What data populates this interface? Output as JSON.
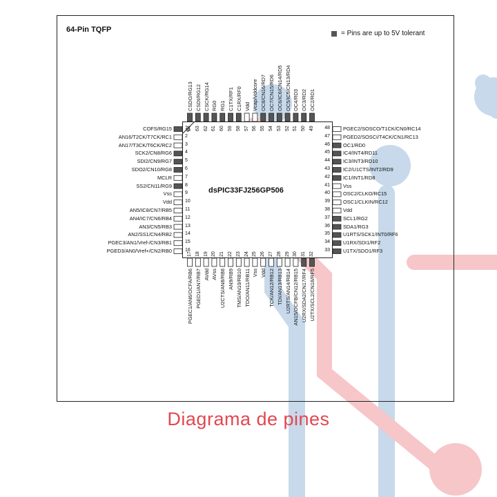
{
  "package_title": "64-Pin TQFP",
  "legend_text": "= Pins are up to 5V tolerant",
  "chip_name": "dsPIC33FJ256GP506",
  "caption": "Diagrama de pines",
  "colors": {
    "accent": "#e2474f",
    "bg_blue": "#c7d9ea",
    "bg_red": "#f6c6c8"
  },
  "left_pins": [
    {
      "num": "1",
      "label": "COFS/RG15",
      "tol": true
    },
    {
      "num": "2",
      "label": "AN16/T2CK/T7CK/RC1",
      "tol": false
    },
    {
      "num": "3",
      "label": "AN17/T3CK/T6CK/RC2",
      "tol": false
    },
    {
      "num": "4",
      "label": "SCK2/CN8/RG6",
      "tol": true
    },
    {
      "num": "5",
      "label": "SDI2/CN9/RG7",
      "tol": true
    },
    {
      "num": "6",
      "label": "SDO2/CN10/RG8",
      "tol": true
    },
    {
      "num": "7",
      "label": "MCLR",
      "tol": false
    },
    {
      "num": "8",
      "label": "SS2/CN11/RG9",
      "tol": true
    },
    {
      "num": "9",
      "label": "Vss",
      "tol": false
    },
    {
      "num": "10",
      "label": "Vdd",
      "tol": false
    },
    {
      "num": "11",
      "label": "AN5/IC8/CN7/RB5",
      "tol": false
    },
    {
      "num": "12",
      "label": "AN4/IC7/CN6/RB4",
      "tol": false
    },
    {
      "num": "13",
      "label": "AN3/CN5/RB3",
      "tol": false
    },
    {
      "num": "14",
      "label": "AN2/SS1/CN4/RB2",
      "tol": false
    },
    {
      "num": "15",
      "label": "PGEC3/AN1/Vref-/CN3/RB1",
      "tol": false
    },
    {
      "num": "16",
      "label": "PGED3/AN0/Vref+/CN2/RB0",
      "tol": false
    }
  ],
  "right_pins": [
    {
      "num": "48",
      "label": "PGEC2/SOSCO/T1CK/CN0/RC14",
      "tol": false
    },
    {
      "num": "47",
      "label": "PGED2/SOSCI/T4CK/CN1/RC13",
      "tol": false
    },
    {
      "num": "46",
      "label": "OC1/RD0",
      "tol": true
    },
    {
      "num": "45",
      "label": "IC4/INT4/RD11",
      "tol": true
    },
    {
      "num": "44",
      "label": "IC3/INT3/RD10",
      "tol": true
    },
    {
      "num": "43",
      "label": "IC2/U1CTS/INT2/RD9",
      "tol": true
    },
    {
      "num": "42",
      "label": "IC1/INT1/RD8",
      "tol": true
    },
    {
      "num": "41",
      "label": "Vss",
      "tol": false
    },
    {
      "num": "40",
      "label": "OSC2/CLKO/RC15",
      "tol": false
    },
    {
      "num": "39",
      "label": "OSC1/CLKIN/RC12",
      "tol": false
    },
    {
      "num": "38",
      "label": "Vdd",
      "tol": false
    },
    {
      "num": "37",
      "label": "SCL1/RG2",
      "tol": true
    },
    {
      "num": "36",
      "label": "SDA1/RG3",
      "tol": true
    },
    {
      "num": "35",
      "label": "U1RTS/SCK1/INT0/RF6",
      "tol": true
    },
    {
      "num": "34",
      "label": "U1RX/SDI1/RF2",
      "tol": true
    },
    {
      "num": "33",
      "label": "U1TX/SDO1/RF3",
      "tol": true
    }
  ],
  "top_pins": [
    {
      "num": "64",
      "label": "CSDO/RG13",
      "tol": true
    },
    {
      "num": "63",
      "label": "CSDI/RG12",
      "tol": true
    },
    {
      "num": "62",
      "label": "CSCK/RG14",
      "tol": true
    },
    {
      "num": "61",
      "label": "RG0",
      "tol": true
    },
    {
      "num": "60",
      "label": "RG1",
      "tol": true
    },
    {
      "num": "59",
      "label": "C1TX/RF1",
      "tol": true
    },
    {
      "num": "58",
      "label": "C1RX/RF0",
      "tol": true
    },
    {
      "num": "57",
      "label": "Vdd",
      "tol": false
    },
    {
      "num": "56",
      "label": "Vcap/Vddcore",
      "tol": false
    },
    {
      "num": "55",
      "label": "OC8/CN16/RD7",
      "tol": true
    },
    {
      "num": "54",
      "label": "OC7/CN15/RD6",
      "tol": true
    },
    {
      "num": "53",
      "label": "OC6/IC6/CN14/RD5",
      "tol": true
    },
    {
      "num": "52",
      "label": "OC5/IC5/CN13/RD4",
      "tol": true
    },
    {
      "num": "51",
      "label": "OC4/RD3",
      "tol": true
    },
    {
      "num": "50",
      "label": "OC3/RD2",
      "tol": true
    },
    {
      "num": "49",
      "label": "OC2/RD1",
      "tol": true
    }
  ],
  "bottom_pins": [
    {
      "num": "17",
      "label": "PGEC1/AN6/OCFA/RB6",
      "tol": false
    },
    {
      "num": "18",
      "label": "PGED1/AN7/RB7",
      "tol": false
    },
    {
      "num": "19",
      "label": "AVdd",
      "tol": false
    },
    {
      "num": "20",
      "label": "AVss",
      "tol": false
    },
    {
      "num": "21",
      "label": "U2CTS/AN8/RB8",
      "tol": false
    },
    {
      "num": "22",
      "label": "AN9/RB9",
      "tol": false
    },
    {
      "num": "23",
      "label": "TMS/AN10/RB10",
      "tol": false
    },
    {
      "num": "24",
      "label": "TDO/AN11/RB11",
      "tol": false
    },
    {
      "num": "25",
      "label": "Vss",
      "tol": false
    },
    {
      "num": "26",
      "label": "Vdd",
      "tol": false
    },
    {
      "num": "27",
      "label": "TCK/AN12/RB12",
      "tol": false
    },
    {
      "num": "28",
      "label": "TDI/AN13/RB13",
      "tol": false
    },
    {
      "num": "29",
      "label": "U2RTS/AN14/RB14",
      "tol": false
    },
    {
      "num": "30",
      "label": "AN15/OCFB/CN12/RB15",
      "tol": false
    },
    {
      "num": "31",
      "label": "U2RX/SDA2/CN17/RF4",
      "tol": true
    },
    {
      "num": "32",
      "label": "U2TX/SCL2/CN18/RF5",
      "tol": true
    }
  ]
}
